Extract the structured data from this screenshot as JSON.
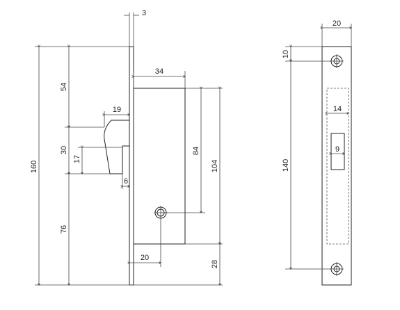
{
  "drawing": {
    "side_view": {
      "dims": {
        "faceplate_thickness": "3",
        "total_height": "160",
        "top_to_latch": "54",
        "latch_projection": "19",
        "case_depth": "34",
        "latch_height": "30",
        "latch_tip": "17",
        "latch_offset": "6",
        "cylinder_to_case_bottom": "84",
        "case_height": "104",
        "latch_to_bottom": "76",
        "backset": "20",
        "case_bottom_offset": "28"
      }
    },
    "front_view": {
      "dims": {
        "plate_width": "20",
        "hole_offset": "10",
        "hole_spacing": "140",
        "box_width": "14",
        "slot_width": "9"
      }
    }
  }
}
